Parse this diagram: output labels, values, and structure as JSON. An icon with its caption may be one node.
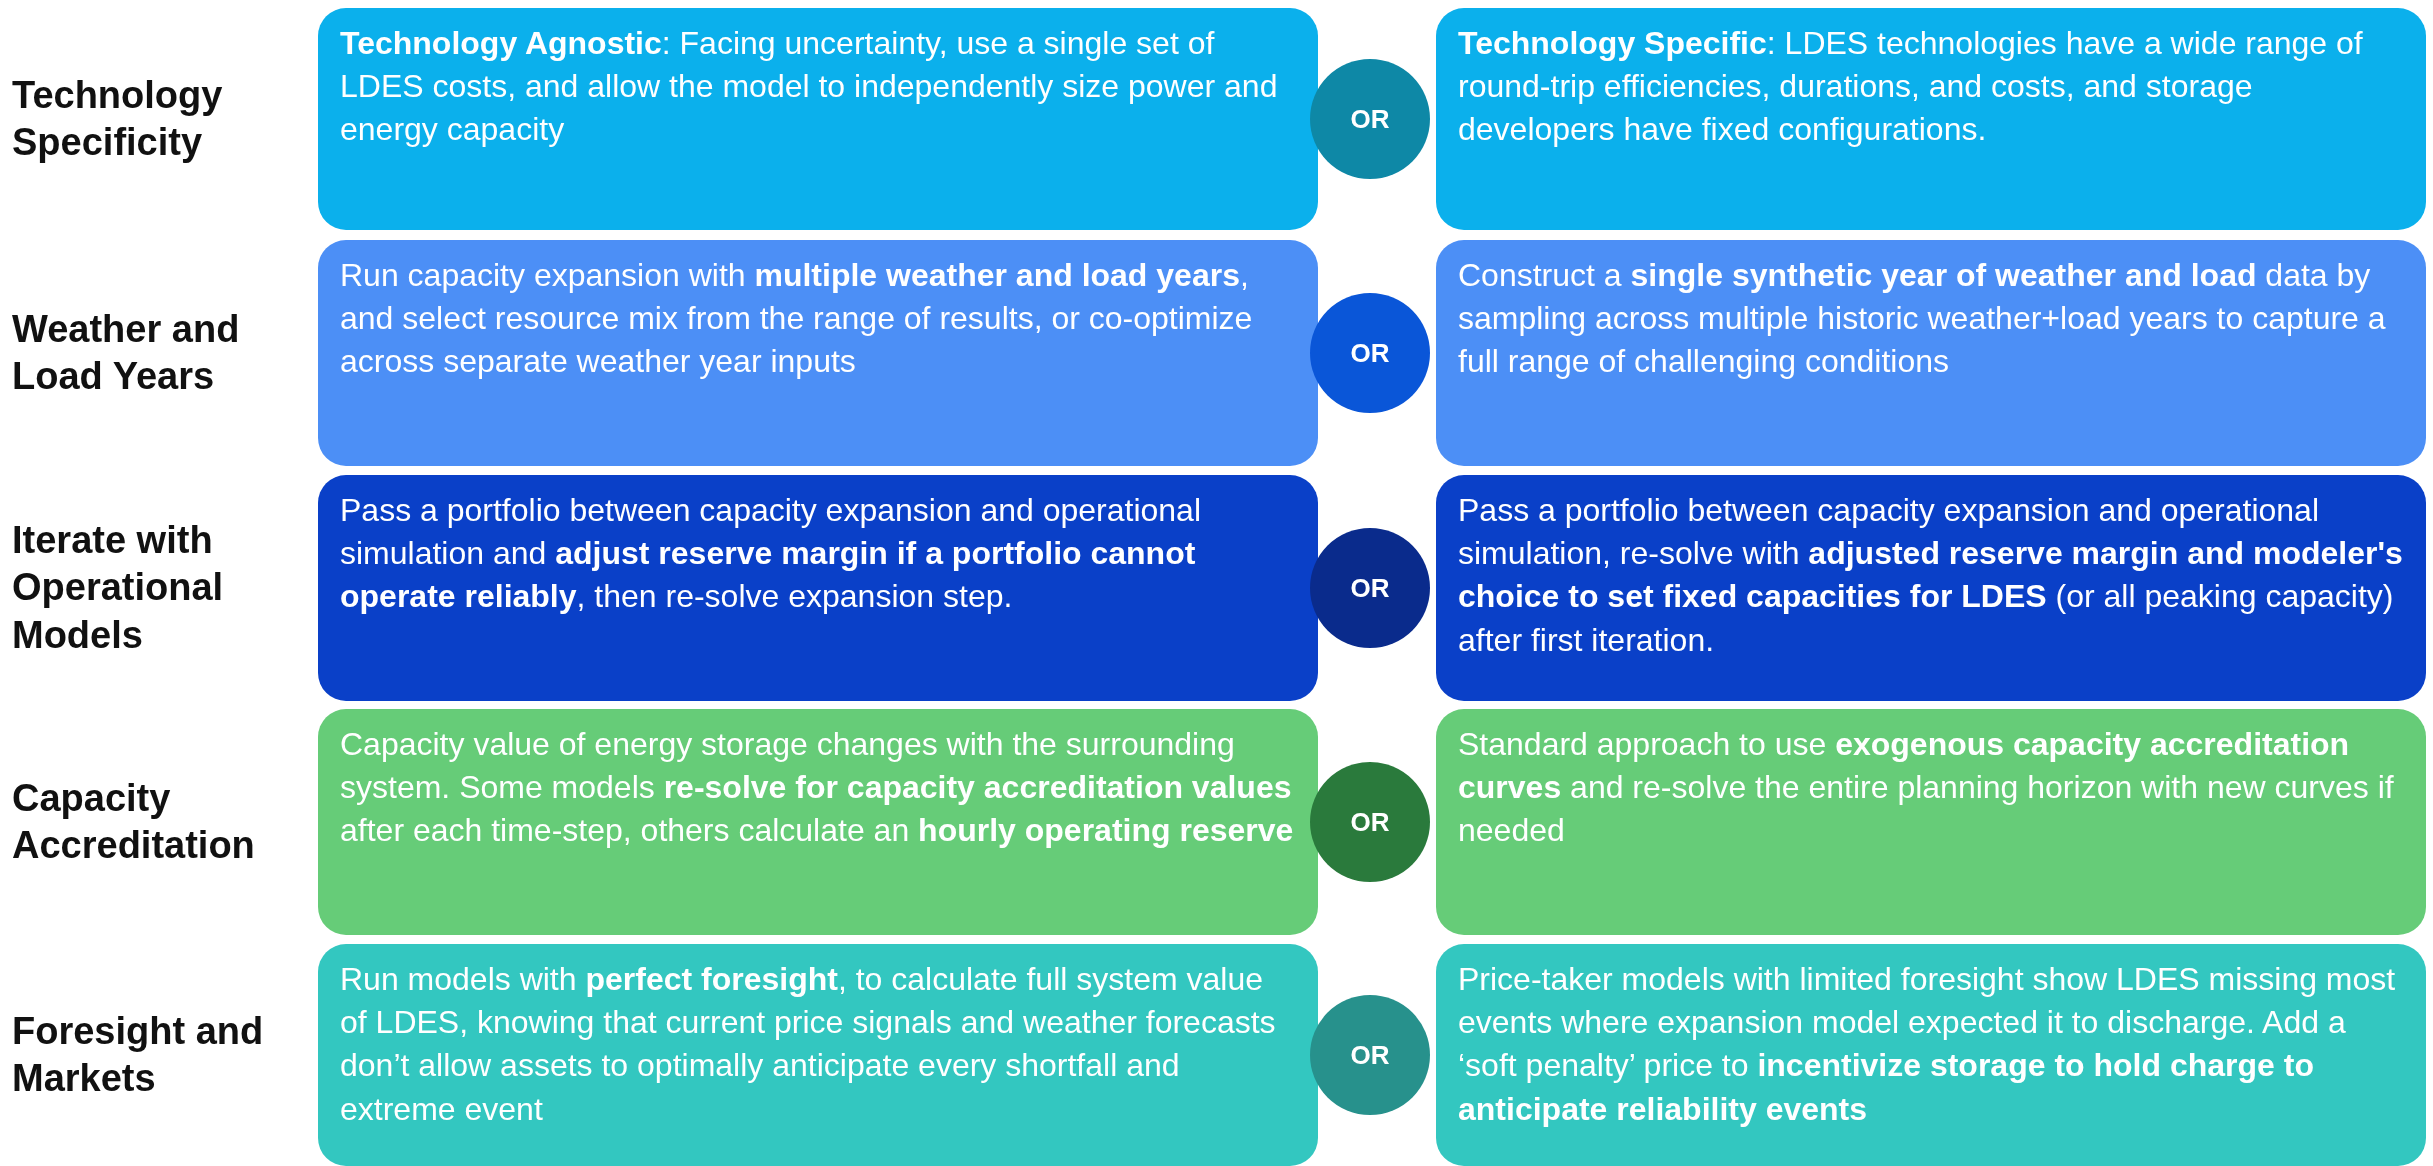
{
  "diagram": {
    "nodes": [
      {
        "text": [
          "**Technology Agnostic**: Facing uncertainty, use a single set of LDES costs, and allow the model to independently size power and energy capacity"
        ]
      },
      {
        "text": [
          "OR"
        ]
      },
      {
        "text": [
          "**Technology Specific**: LDES technologies have a wide range of round-trip efficiencies, durations, and costs, and storage developers have fixed configurations."
        ]
      },
      {
        "text": [
          "Run capacity expansion with **multiple weather and load years**, and select resource mix from the range of results, or co-optimize across separate weather year inputs"
        ]
      },
      {
        "text": [
          "OR"
        ]
      },
      {
        "text": [
          "Construct a **single synthetic year of weather and load** data by sampling across multiple historic weather+load years to capture a full range of challenging conditions"
        ]
      },
      {
        "text": [
          "Pass a portfolio between capacity expansion and operational simulation and **adjust reserve margin if a portfolio cannot operate reliably**, then re-solve expansion step."
        ]
      },
      {
        "text": [
          "OR"
        ]
      },
      {
        "text": [
          "Pass a portfolio between capacity expansion and operational simulation, re-solve with **adjusted reserve margin and modeler's choice to set fixed capacities for LDES** (or all peaking capacity) after first iteration."
        ]
      },
      {
        "text": [
          "Capacity value of energy storage changes with the surrounding system. Some models **re-solve for capacity accreditation values** after each time-step, others calculate an **hourly operating reserve**"
        ]
      },
      {
        "text": [
          "OR"
        ]
      },
      {
        "text": [
          "Standard approach to use **exogenous capacity accreditation curves** and re-solve the entire planning horizon with new curves if needed"
        ]
      },
      {
        "text": [
          "Run models with **perfect foresight**, to calculate full system value of LDES, knowing that current price signals and weather forecasts don’t allow assets to optimally anticipate every shortfall and extreme event"
        ]
      },
      {
        "text": [
          "OR"
        ]
      },
      {
        "text": [
          "Price-taker models with limited foresight show LDES missing most events where expansion model expected it to discharge. Add a ‘soft penalty’ price to **incentivize storage to hold charge to anticipate reliability events**"
        ]
      }
    ],
    "labels": [
      "Technology Specificity",
      "Weather and Load Years",
      "Iterate with Operational Models",
      "Capacity Accreditation",
      "Foresight and Markets"
    ]
  }
}
